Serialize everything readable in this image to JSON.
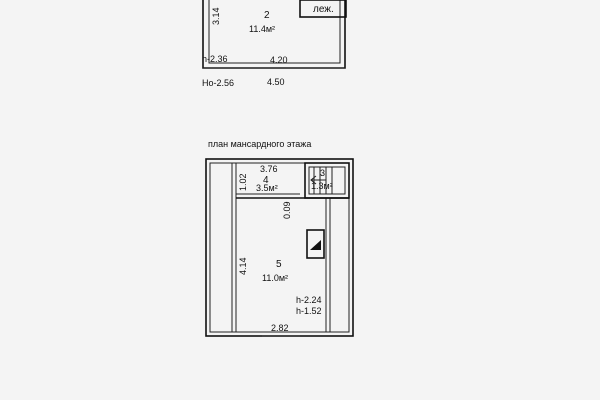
{
  "ground_floor": {
    "room_2": {
      "number": "2",
      "area": "11.4м²"
    },
    "dim_left": "3.14",
    "dim_inner": "4.20",
    "dim_outer": "4.50",
    "height_h": "h-2.36",
    "height_ho": "Ho-2.56",
    "furniture_label": "леж."
  },
  "attic": {
    "title": "план мансардного этажа",
    "dim_top": "3.76",
    "dim_bottom": "2.82",
    "dim_1_02": "1.02",
    "dim_0_09": "0.09",
    "dim_4_14": "4.14",
    "room_4": {
      "number": "4",
      "area": "3.5м²"
    },
    "room_5": {
      "number": "5",
      "area": "11.0м²"
    },
    "stair_number": "3",
    "stair_area": "1.3м²",
    "height_1": "h-2.24",
    "height_2": "h-1.52"
  }
}
